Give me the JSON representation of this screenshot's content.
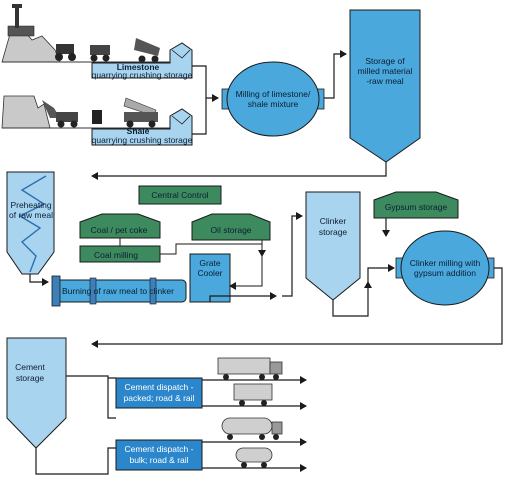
{
  "quarry": {
    "limestone_title": "Limestone",
    "limestone_sub": "quarrying crushing storage",
    "shale_title": "Shale",
    "shale_sub": "quarrying crushing storage"
  },
  "raw_mill": {
    "line1": "Milling of limestone/",
    "line2": "shale mixture"
  },
  "raw_meal_storage": {
    "line1": "Storage of",
    "line2": "milled material",
    "line3": "-raw meal"
  },
  "preheating": {
    "line1": "Preheating",
    "line2": "of raw meal"
  },
  "central_control": "Central Control",
  "coal_coke": "Coal / pet coke",
  "coal_milling": "Coal milling",
  "oil_storage": "Oil storage",
  "kiln": "Burning of raw meal to clinker",
  "grate_cooler": {
    "line1": "Grate",
    "line2": "Cooler"
  },
  "clinker_storage": {
    "line1": "Clinker",
    "line2": "storage"
  },
  "gypsum_storage": "Gypsum storage",
  "cement_mill": {
    "line1": "Clinker milling with",
    "line2": "gypsum addition"
  },
  "cement_storage": {
    "line1": "Cement",
    "line2": "storage"
  },
  "dispatch_packed": {
    "line1": "Cement dispatch -",
    "line2": "packed; road & rail"
  },
  "dispatch_bulk": {
    "line1": "Cement dispatch -",
    "line2": "bulk; road & rail"
  },
  "colors": {
    "blue_light": "#a9d4ef",
    "blue_mid": "#4aa8dc",
    "green": "#3d8a5e",
    "line": "#1a1a1a"
  }
}
